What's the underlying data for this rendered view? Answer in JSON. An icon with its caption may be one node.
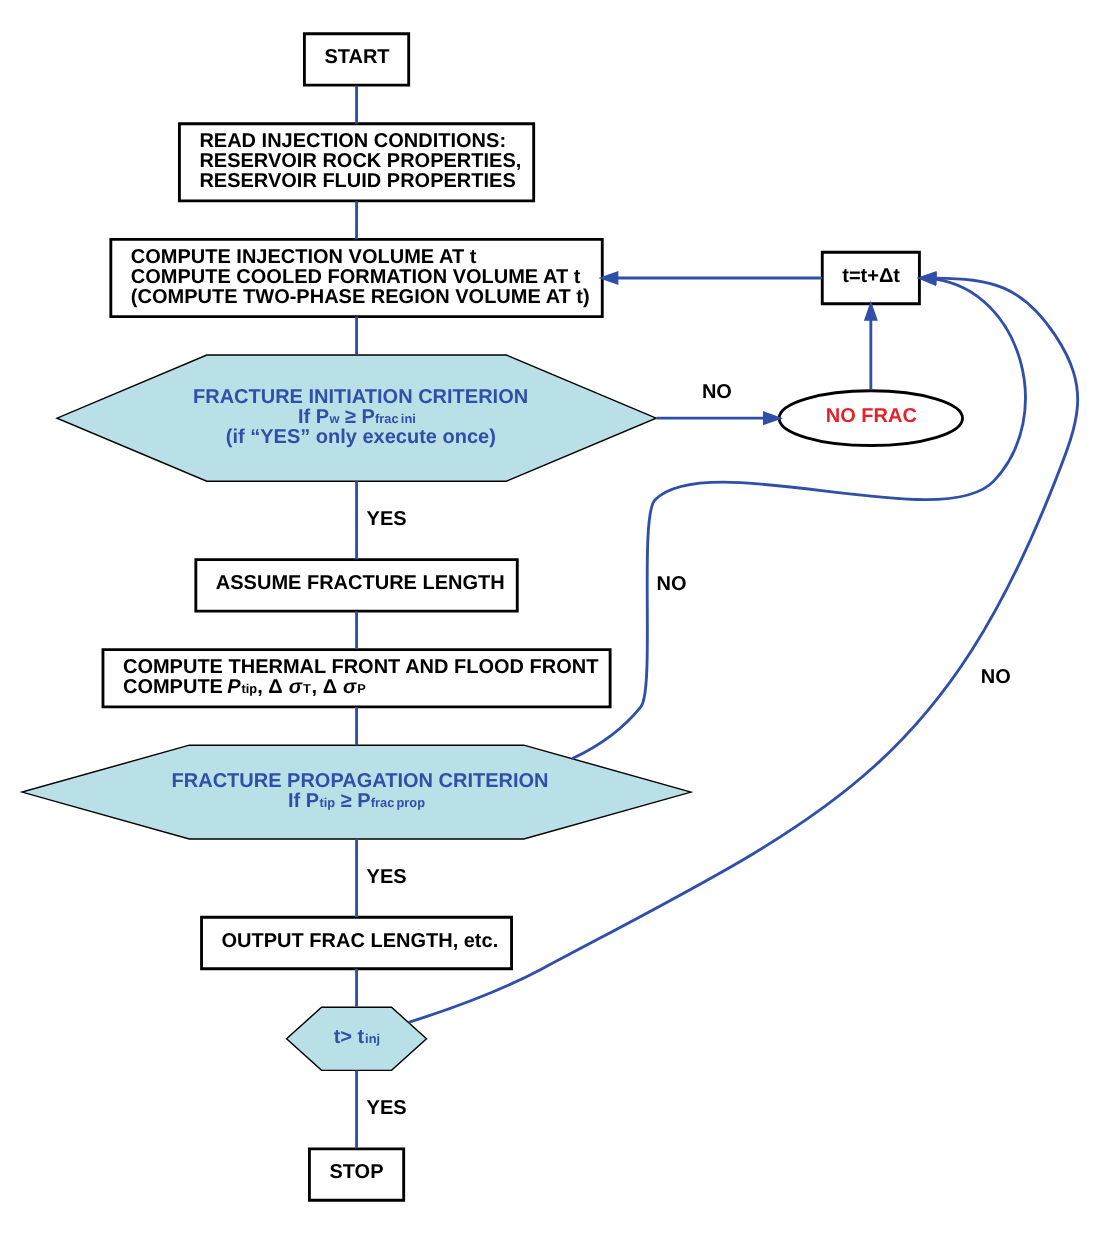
{
  "diagram": {
    "nodes": [
      {
        "text": [
          "START"
        ]
      },
      {
        "text": [
          "READ INJECTION CONDITIONS: RESERVOIR ROCK PROPERTIES, RESERVOIR FLUID PROPERTIES"
        ]
      },
      {
        "text": [
          "COMPUTE INJECTION VOLUME AT t COMPUTE COOLED FORMATION VOLUME AT t (COMPUTE TWO-PHASE REGION VOLUME AT t)"
        ]
      },
      {
        "text": [
          "FRACTURE INITIATION CRITERION",
          "If P$_{w}$ ≥ P$_{frac}$$^{ini}$",
          "(if “YES” only execute once)"
        ]
      },
      {
        "text": [
          "NO FRAC"
        ]
      },
      {
        "text": [
          "t=t+Δt"
        ]
      },
      {
        "text": [
          "ASSUME FRACTURE LENGTH"
        ]
      },
      {
        "text": [
          "COMPUTE THERMAL FRONT AND FLOOD FRONT COMPUTE *P*$_{tip}$, Δ *σ*$^{T}$, Δ *σ*$^{P}$"
        ]
      },
      {
        "text": [
          "FRACTURE PROPAGATION CRITERION",
          "If P$_{tip}$ ≥ P$_{frac}$$^{prop}$"
        ]
      },
      {
        "text": [
          "OUTPUT FRAC LENGTH, etc."
        ]
      },
      {
        "text": [
          "t> t$_{inj}$"
        ]
      },
      {
        "text": [
          "STOP"
        ]
      }
    ],
    "edges": [
      {
        "from": 0,
        "to": 1,
        "arrow": "none"
      },
      {
        "from": 1,
        "to": 2,
        "arrow": "none"
      },
      {
        "from": 2,
        "to": 3,
        "arrow": "none"
      },
      {
        "from": 3,
        "to": 4,
        "arrow": "to",
        "label": "NO"
      },
      {
        "from": 4,
        "to": 5,
        "arrow": "to"
      },
      {
        "from": 5,
        "to": 2,
        "arrow": "to"
      },
      {
        "from": 3,
        "to": 6,
        "arrow": "none",
        "label": "YES"
      },
      {
        "from": 6,
        "to": 7,
        "arrow": "none"
      },
      {
        "from": 7,
        "to": 8,
        "arrow": "none"
      },
      {
        "from": 8,
        "to": 5,
        "arrow": "to",
        "label": "NO"
      },
      {
        "from": 8,
        "to": 9,
        "arrow": "none",
        "label": "YES"
      },
      {
        "from": 9,
        "to": 10,
        "arrow": "none"
      },
      {
        "from": 10,
        "to": 5,
        "arrow": "to",
        "label": "NO"
      },
      {
        "from": 10,
        "to": 11,
        "arrow": "none",
        "label": "YES"
      }
    ]
  }
}
